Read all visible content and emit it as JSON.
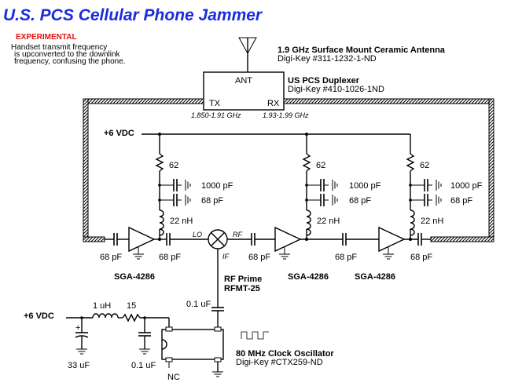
{
  "title": "U.S. PCS Cellular Phone Jammer",
  "experimental": "EXPERIMENTAL",
  "description": [
    "Handset transmit frequency",
    "is upconverted to the downlink",
    "frequency, confusing the phone."
  ],
  "antenna": {
    "title": "1.9 GHz Surface Mount Ceramic Antenna",
    "part": "Digi-Key #311-1232-1-ND"
  },
  "duplexer": {
    "ant": "ANT",
    "tx": "TX",
    "rx": "RX",
    "title": "US PCS Duplexer",
    "part": "Digi-Key #410-1026-1ND",
    "tx_band": "1.850-1.91 GHz",
    "rx_band": "1.93-1.99 GHz"
  },
  "supply_top": "+6 VDC",
  "supply_bottom": "+6 VDC",
  "bias": {
    "resistor": "62",
    "cap_large": "1000 pF",
    "cap_small": "68 pF",
    "inductor": "22 nH"
  },
  "coupling_cap": "68 pF",
  "amplifier": "SGA-4286",
  "mixer": {
    "lo": "LO",
    "rf": "RF",
    "if": "IF",
    "name": "RF Prime",
    "part": "RFMT-25"
  },
  "cap_if": "0.1 uF",
  "filter": {
    "inductor": "1 uH",
    "resistor": "15",
    "cap_elec": "33 uF",
    "cap_dec": "0.1 uF",
    "plus": "+"
  },
  "oscillator": {
    "title": "80 MHz Clock Oscillator",
    "part": "Digi-Key #CTX259-ND",
    "nc": "NC"
  },
  "colors": {
    "title": "#1a2be0",
    "experimental": "#e01010"
  }
}
